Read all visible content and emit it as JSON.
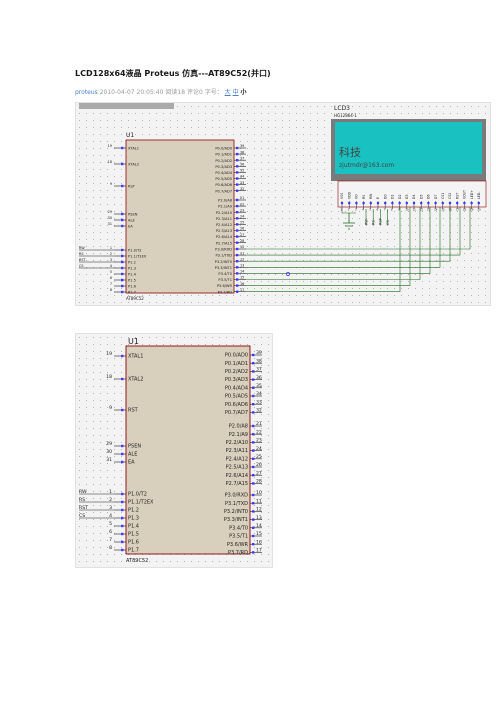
{
  "article": {
    "title": "LCD128x64液晶 Proteus 仿真---AT89C52(并口)",
    "category": "proteus",
    "date": "2010-04-07 20:05:40",
    "reads": "阅读18",
    "comments": "评论0",
    "tags": "字号：",
    "size_large": "大",
    "size_medium": "中",
    "size_small": "小"
  },
  "schematic1": {
    "chip_ref": "U1",
    "chip_model": "AT89C52",
    "left_pins": [
      {
        "num": "19",
        "name": "XTAL1"
      },
      {
        "num": "18",
        "name": "XTAL2"
      },
      {
        "num": "9",
        "name": "RST"
      },
      {
        "num": "29",
        "name": "PSEN"
      },
      {
        "num": "30",
        "name": "ALE"
      },
      {
        "num": "31",
        "name": "EA"
      },
      {
        "num": "1",
        "name": "P1.0/T2"
      },
      {
        "num": "2",
        "name": "P1.1/T2EX"
      },
      {
        "num": "3",
        "name": "P1.2"
      },
      {
        "num": "4",
        "name": "P1.3"
      },
      {
        "num": "5",
        "name": "P1.4"
      },
      {
        "num": "6",
        "name": "P1.5"
      },
      {
        "num": "7",
        "name": "P1.6"
      },
      {
        "num": "8",
        "name": "P1.7"
      }
    ],
    "p0_pins": [
      {
        "name": "P0.0/AD0",
        "num": "39"
      },
      {
        "name": "P0.1/AD1",
        "num": "38"
      },
      {
        "name": "P0.2/AD2",
        "num": "37"
      },
      {
        "name": "P0.3/AD3",
        "num": "36"
      },
      {
        "name": "P0.4/AD4",
        "num": "35"
      },
      {
        "name": "P0.5/AD5",
        "num": "34"
      },
      {
        "name": "P0.6/AD6",
        "num": "33"
      },
      {
        "name": "P0.7/AD7",
        "num": "32"
      }
    ],
    "p2_pins": [
      {
        "name": "P2.0/A8",
        "num": "21"
      },
      {
        "name": "P2.1/A9",
        "num": "22"
      },
      {
        "name": "P2.2/A10",
        "num": "23"
      },
      {
        "name": "P2.3/A11",
        "num": "24"
      },
      {
        "name": "P2.4/A12",
        "num": "25"
      },
      {
        "name": "P2.5/A13",
        "num": "26"
      },
      {
        "name": "P2.6/A14",
        "num": "27"
      },
      {
        "name": "P2.7/A15",
        "num": "28"
      }
    ],
    "p3_pins": [
      {
        "name": "P3.0/RXD",
        "num": "10"
      },
      {
        "name": "P3.1/TXD",
        "num": "11"
      },
      {
        "name": "P3.2/INT0",
        "num": "12"
      },
      {
        "name": "P3.3/INT1",
        "num": "13"
      },
      {
        "name": "P3.4/T0",
        "num": "14"
      },
      {
        "name": "P3.5/T1",
        "num": "15"
      },
      {
        "name": "P3.6/WR",
        "num": "16"
      },
      {
        "name": "P3.7/RD",
        "num": "17"
      }
    ],
    "net_labels": [
      "RW",
      "RS",
      "RST",
      "CS"
    ],
    "lcd": {
      "ref": "LCD3",
      "model": "HG12864-1",
      "screen_line1": "科技",
      "screen_line2": "zjutmdr@163.com",
      "pins": [
        "VSS",
        "VDD",
        "VO",
        "RS",
        "RW",
        "E",
        "D0",
        "D1",
        "D2",
        "D3",
        "D4",
        "D5",
        "D6",
        "D7",
        "CS1",
        "CS2",
        "RST",
        "VOUT",
        "LED+",
        "LED-"
      ],
      "pin_numbers": [
        "1",
        "2",
        "3",
        "4",
        "5",
        "6",
        "7",
        "8",
        "9",
        "10",
        "11",
        "12",
        "13",
        "14",
        "15",
        "16",
        "17",
        "18",
        "19",
        "20"
      ],
      "net_labels": [
        "RW",
        "RS",
        "RST",
        "CS"
      ]
    }
  },
  "schematic2": {
    "chip_ref": "U1",
    "chip_model": "AT89C52",
    "left_pins": [
      {
        "num": "19",
        "name": "XTAL1"
      },
      {
        "num": "18",
        "name": "XTAL2"
      },
      {
        "num": "9",
        "name": "RST"
      },
      {
        "num": "29",
        "name": "PSEN"
      },
      {
        "num": "30",
        "name": "ALE"
      },
      {
        "num": "31",
        "name": "EA"
      },
      {
        "num": "1",
        "name": "P1.0/T2"
      },
      {
        "num": "2",
        "name": "P1.1/T2EX"
      },
      {
        "num": "3",
        "name": "P1.2"
      },
      {
        "num": "4",
        "name": "P1.3"
      },
      {
        "num": "5",
        "name": "P1.4"
      },
      {
        "num": "6",
        "name": "P1.5"
      },
      {
        "num": "7",
        "name": "P1.6"
      },
      {
        "num": "8",
        "name": "P1.7"
      }
    ],
    "p0_pins": [
      {
        "name": "P0.0/AD0",
        "num": "39"
      },
      {
        "name": "P0.1/AD1",
        "num": "38"
      },
      {
        "name": "P0.2/AD2",
        "num": "37"
      },
      {
        "name": "P0.3/AD3",
        "num": "36"
      },
      {
        "name": "P0.4/AD4",
        "num": "35"
      },
      {
        "name": "P0.5/AD5",
        "num": "34"
      },
      {
        "name": "P0.6/AD6",
        "num": "33"
      },
      {
        "name": "P0.7/AD7",
        "num": "32"
      }
    ],
    "p2_pins": [
      {
        "name": "P2.0/A8",
        "num": "21"
      },
      {
        "name": "P2.1/A9",
        "num": "22"
      },
      {
        "name": "P2.2/A10",
        "num": "23"
      },
      {
        "name": "P2.3/A11",
        "num": "24"
      },
      {
        "name": "P2.4/A12",
        "num": "25"
      },
      {
        "name": "P2.5/A13",
        "num": "26"
      },
      {
        "name": "P2.6/A14",
        "num": "27"
      },
      {
        "name": "P2.7/A15",
        "num": "28"
      }
    ],
    "p3_pins": [
      {
        "name": "P3.0/RXD",
        "num": "10"
      },
      {
        "name": "P3.1/TXD",
        "num": "11"
      },
      {
        "name": "P3.2/INT0",
        "num": "12"
      },
      {
        "name": "P3.3/INT1",
        "num": "13"
      },
      {
        "name": "P3.4/T0",
        "num": "14"
      },
      {
        "name": "P3.5/T1",
        "num": "15"
      },
      {
        "name": "P3.6/WR",
        "num": "16"
      },
      {
        "name": "P3.7/RD",
        "num": "17"
      }
    ],
    "net_labels": [
      "RW",
      "RS",
      "RST",
      "CS"
    ]
  },
  "colors": {
    "chip_fill": "#d8d0bc",
    "chip_border": "#8b0000",
    "pin_marker": "#3b3bff",
    "wire": "#1f6b1f",
    "lcd_screen": "#19c1c1",
    "lcd_body": "#7a7a7a"
  }
}
